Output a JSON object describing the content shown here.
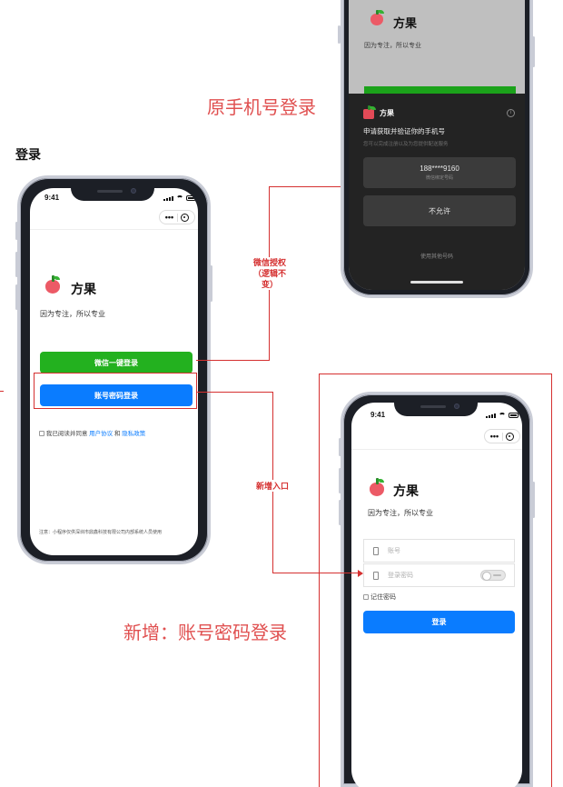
{
  "page": {
    "section_title": "登录",
    "caption_original": "原手机号登录",
    "caption_new": "新增：账号密码登录"
  },
  "annotations": {
    "wechat_auth": "微信授权\n（逻辑不\n变）",
    "new_entry": "新增入口"
  },
  "phone_left": {
    "time": "9:41",
    "brand": "方果",
    "slogan": "因为专注，所以专业",
    "wechat_login": "微信一键登录",
    "password_login": "账号密码登录",
    "agree_prefix": "我已阅读并同意",
    "user_agreement": "用户协议",
    "and": "和",
    "privacy_policy": "隐私政策",
    "footer_note": "注意：小程序仅供深圳市鼎鑫科技有限公司内部系统人员使用"
  },
  "phone_top": {
    "brand": "方果",
    "slogan": "因为专注，所以专业",
    "sheet_app": "方果",
    "sheet_title": "申请获取并验证你的手机号",
    "sheet_sub": "您可以完成注册以及为您提供配送服务",
    "phone_number": "188****9160",
    "phone_hint": "微信绑定号码",
    "deny": "不允许",
    "other_number": "使用其他号码"
  },
  "phone_right": {
    "time": "9:41",
    "brand": "方果",
    "slogan": "因为专注，所以专业",
    "account_placeholder": "账号",
    "password_placeholder": "登录密码",
    "remember": "记住密码",
    "login": "登录"
  },
  "colors": {
    "accent_green": "#23b11f",
    "accent_blue": "#0a7cff",
    "annotation_red": "#d53030",
    "apple_red": "#ec5a66"
  },
  "icons": [
    "signal-icon",
    "wifi-icon",
    "battery-icon",
    "more-dots-icon",
    "target-icon",
    "apple-logo-icon",
    "info-icon",
    "checkbox-icon",
    "phone-icon",
    "lock-icon",
    "eye-toggle-icon"
  ]
}
